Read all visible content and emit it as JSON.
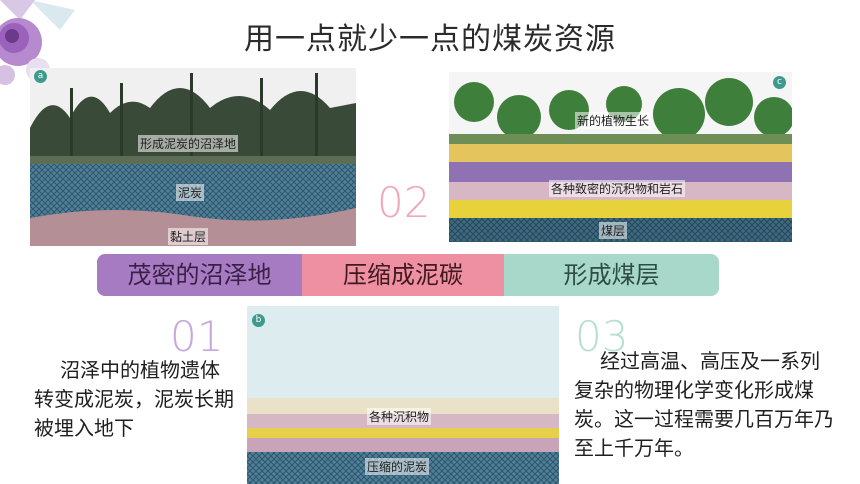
{
  "title": "用一点就少一点的煤炭资源",
  "images": {
    "a": {
      "badge": "a",
      "labels": [
        "形成泥炭的沼泽地",
        "泥炭",
        "黏土层"
      ]
    },
    "c": {
      "badge": "c",
      "labels": [
        "新的植物生长",
        "各种致密的沉积物和岩石",
        "煤层"
      ]
    },
    "b": {
      "badge": "b",
      "labels": [
        "各种沉积物",
        "压缩的泥炭"
      ]
    }
  },
  "stages": [
    "茂密的沼泽地",
    "压缩成泥碳",
    "形成煤层"
  ],
  "numbers": {
    "n1": "01",
    "n2": "02",
    "n3": "03"
  },
  "text1": "沼泽中的植物遗体转变成泥炭，泥炭长期被埋入地下",
  "text3": "经过高温、高压及一系列复杂的物理化学变化形成煤炭。这一过程需要几百万年乃至上千万年。",
  "colors": {
    "purple": "#a67bc1",
    "pink": "#ee8fa2",
    "mint": "#a8d8c9"
  }
}
